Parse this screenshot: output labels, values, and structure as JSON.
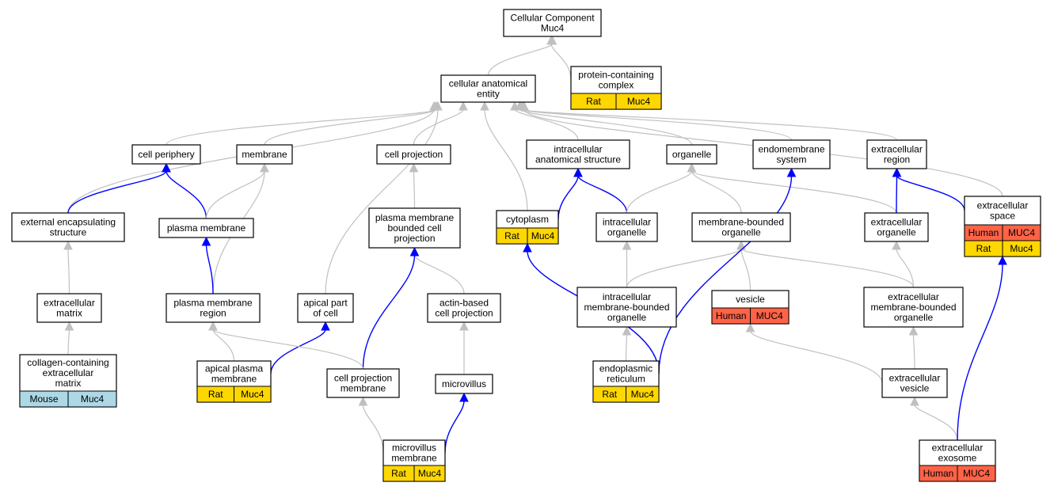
{
  "colors": {
    "gray_edge": "#c0c0c0",
    "blue_edge": "#0000ff",
    "rat": "#ffd700",
    "human": "#ff6347",
    "mouse": "#add8e6"
  },
  "nodes": {
    "cc": {
      "lines": [
        "Cellular Component",
        "Muc4"
      ]
    },
    "pcc": {
      "lines": [
        "protein-containing",
        "complex"
      ],
      "tags": [
        {
          "species": "Rat",
          "gene": "Muc4",
          "color": "rat"
        }
      ]
    },
    "cae": {
      "lines": [
        "cellular anatomical",
        "entity"
      ]
    },
    "cp": {
      "lines": [
        "cell periphery"
      ]
    },
    "mem": {
      "lines": [
        "membrane"
      ]
    },
    "cproj": {
      "lines": [
        "cell projection"
      ]
    },
    "ias": {
      "lines": [
        "intracellular",
        "anatomical structure"
      ]
    },
    "org": {
      "lines": [
        "organelle"
      ]
    },
    "ems": {
      "lines": [
        "endomembrane",
        "system"
      ]
    },
    "er": {
      "lines": [
        "extracellular",
        "region"
      ]
    },
    "ees": {
      "lines": [
        "external encapsulating",
        "structure"
      ]
    },
    "pm": {
      "lines": [
        "plasma membrane"
      ]
    },
    "pmbcp": {
      "lines": [
        "plasma membrane",
        "bounded cell",
        "projection"
      ]
    },
    "cyto": {
      "lines": [
        "cytoplasm"
      ],
      "tags": [
        {
          "species": "Rat",
          "gene": "Muc4",
          "color": "rat"
        }
      ]
    },
    "io": {
      "lines": [
        "intracellular",
        "organelle"
      ]
    },
    "mbo": {
      "lines": [
        "membrane-bounded",
        "organelle"
      ]
    },
    "eorg": {
      "lines": [
        "extracellular",
        "organelle"
      ]
    },
    "es": {
      "lines": [
        "extracellular",
        "space"
      ],
      "tags": [
        {
          "species": "Human",
          "gene": "MUC4",
          "color": "human"
        },
        {
          "species": "Rat",
          "gene": "Muc4",
          "color": "rat"
        }
      ]
    },
    "em": {
      "lines": [
        "extracellular",
        "matrix"
      ]
    },
    "pmr": {
      "lines": [
        "plasma membrane",
        "region"
      ]
    },
    "apc": {
      "lines": [
        "apical part",
        "of cell"
      ]
    },
    "abcp": {
      "lines": [
        "actin-based",
        "cell projection"
      ]
    },
    "imbo": {
      "lines": [
        "intracellular",
        "membrane-bounded",
        "organelle"
      ]
    },
    "ves": {
      "lines": [
        "vesicle"
      ],
      "tags": [
        {
          "species": "Human",
          "gene": "MUC4",
          "color": "human"
        }
      ]
    },
    "embo": {
      "lines": [
        "extracellular",
        "membrane-bounded",
        "organelle"
      ]
    },
    "ccem": {
      "lines": [
        "collagen-containing",
        "extracellular",
        "matrix"
      ],
      "tags": [
        {
          "species": "Mouse",
          "gene": "Muc4",
          "color": "mouse"
        }
      ]
    },
    "apm": {
      "lines": [
        "apical plasma",
        "membrane"
      ],
      "tags": [
        {
          "species": "Rat",
          "gene": "Muc4",
          "color": "rat"
        }
      ]
    },
    "cpm": {
      "lines": [
        "cell projection",
        "membrane"
      ]
    },
    "mv": {
      "lines": [
        "microvillus"
      ]
    },
    "endo": {
      "lines": [
        "endoplasmic",
        "reticulum"
      ],
      "tags": [
        {
          "species": "Rat",
          "gene": "Muc4",
          "color": "rat"
        }
      ]
    },
    "ev": {
      "lines": [
        "extracellular",
        "vesicle"
      ]
    },
    "mvm": {
      "lines": [
        "microvillus",
        "membrane"
      ],
      "tags": [
        {
          "species": "Rat",
          "gene": "Muc4",
          "color": "rat"
        }
      ]
    },
    "exo": {
      "lines": [
        "extracellular",
        "exosome"
      ],
      "tags": [
        {
          "species": "Human",
          "gene": "MUC4",
          "color": "human"
        }
      ]
    }
  },
  "edges": [
    {
      "from": "cae",
      "to": "cc",
      "kind": "is_a"
    },
    {
      "from": "pcc",
      "to": "cc",
      "kind": "is_a"
    },
    {
      "from": "cp",
      "to": "cae",
      "kind": "is_a"
    },
    {
      "from": "mem",
      "to": "cae",
      "kind": "is_a"
    },
    {
      "from": "cproj",
      "to": "cae",
      "kind": "is_a"
    },
    {
      "from": "ias",
      "to": "cae",
      "kind": "is_a"
    },
    {
      "from": "org",
      "to": "cae",
      "kind": "is_a"
    },
    {
      "from": "ems",
      "to": "cae",
      "kind": "is_a"
    },
    {
      "from": "er",
      "to": "cae",
      "kind": "is_a"
    },
    {
      "from": "ees",
      "to": "cae",
      "kind": "is_a"
    },
    {
      "from": "apc",
      "to": "cae",
      "kind": "is_a"
    },
    {
      "from": "cyto",
      "to": "cae",
      "kind": "is_a"
    },
    {
      "from": "es",
      "to": "cae",
      "kind": "is_a"
    },
    {
      "from": "ees",
      "to": "cp",
      "kind": "part_of"
    },
    {
      "from": "pm",
      "to": "cp",
      "kind": "part_of"
    },
    {
      "from": "pm",
      "to": "mem",
      "kind": "is_a"
    },
    {
      "from": "pmr",
      "to": "mem",
      "kind": "is_a"
    },
    {
      "from": "pmbcp",
      "to": "cproj",
      "kind": "is_a"
    },
    {
      "from": "cyto",
      "to": "ias",
      "kind": "part_of"
    },
    {
      "from": "io",
      "to": "ias",
      "kind": "part_of"
    },
    {
      "from": "io",
      "to": "org",
      "kind": "is_a"
    },
    {
      "from": "mbo",
      "to": "org",
      "kind": "is_a"
    },
    {
      "from": "eorg",
      "to": "org",
      "kind": "is_a"
    },
    {
      "from": "eorg",
      "to": "er",
      "kind": "part_of"
    },
    {
      "from": "es",
      "to": "er",
      "kind": "part_of"
    },
    {
      "from": "em",
      "to": "ees",
      "kind": "is_a"
    },
    {
      "from": "pmr",
      "to": "pm",
      "kind": "part_of"
    },
    {
      "from": "abcp",
      "to": "pmbcp",
      "kind": "is_a"
    },
    {
      "from": "cpm",
      "to": "pmbcp",
      "kind": "part_of"
    },
    {
      "from": "imbo",
      "to": "io",
      "kind": "is_a"
    },
    {
      "from": "imbo",
      "to": "mbo",
      "kind": "is_a"
    },
    {
      "from": "ves",
      "to": "mbo",
      "kind": "is_a"
    },
    {
      "from": "embo",
      "to": "mbo",
      "kind": "is_a"
    },
    {
      "from": "embo",
      "to": "eorg",
      "kind": "is_a"
    },
    {
      "from": "ccem",
      "to": "em",
      "kind": "is_a"
    },
    {
      "from": "apm",
      "to": "pmr",
      "kind": "is_a"
    },
    {
      "from": "apm",
      "to": "apc",
      "kind": "part_of"
    },
    {
      "from": "cpm",
      "to": "pmr",
      "kind": "is_a"
    },
    {
      "from": "mv",
      "to": "abcp",
      "kind": "is_a"
    },
    {
      "from": "endo",
      "to": "imbo",
      "kind": "is_a"
    },
    {
      "from": "endo",
      "to": "cyto",
      "kind": "part_of"
    },
    {
      "from": "endo",
      "to": "ems",
      "kind": "part_of"
    },
    {
      "from": "ev",
      "to": "ves",
      "kind": "is_a"
    },
    {
      "from": "ev",
      "to": "embo",
      "kind": "is_a"
    },
    {
      "from": "mvm",
      "to": "cpm",
      "kind": "is_a"
    },
    {
      "from": "mvm",
      "to": "mv",
      "kind": "part_of"
    },
    {
      "from": "exo",
      "to": "ev",
      "kind": "is_a"
    },
    {
      "from": "exo",
      "to": "es",
      "kind": "part_of"
    }
  ]
}
